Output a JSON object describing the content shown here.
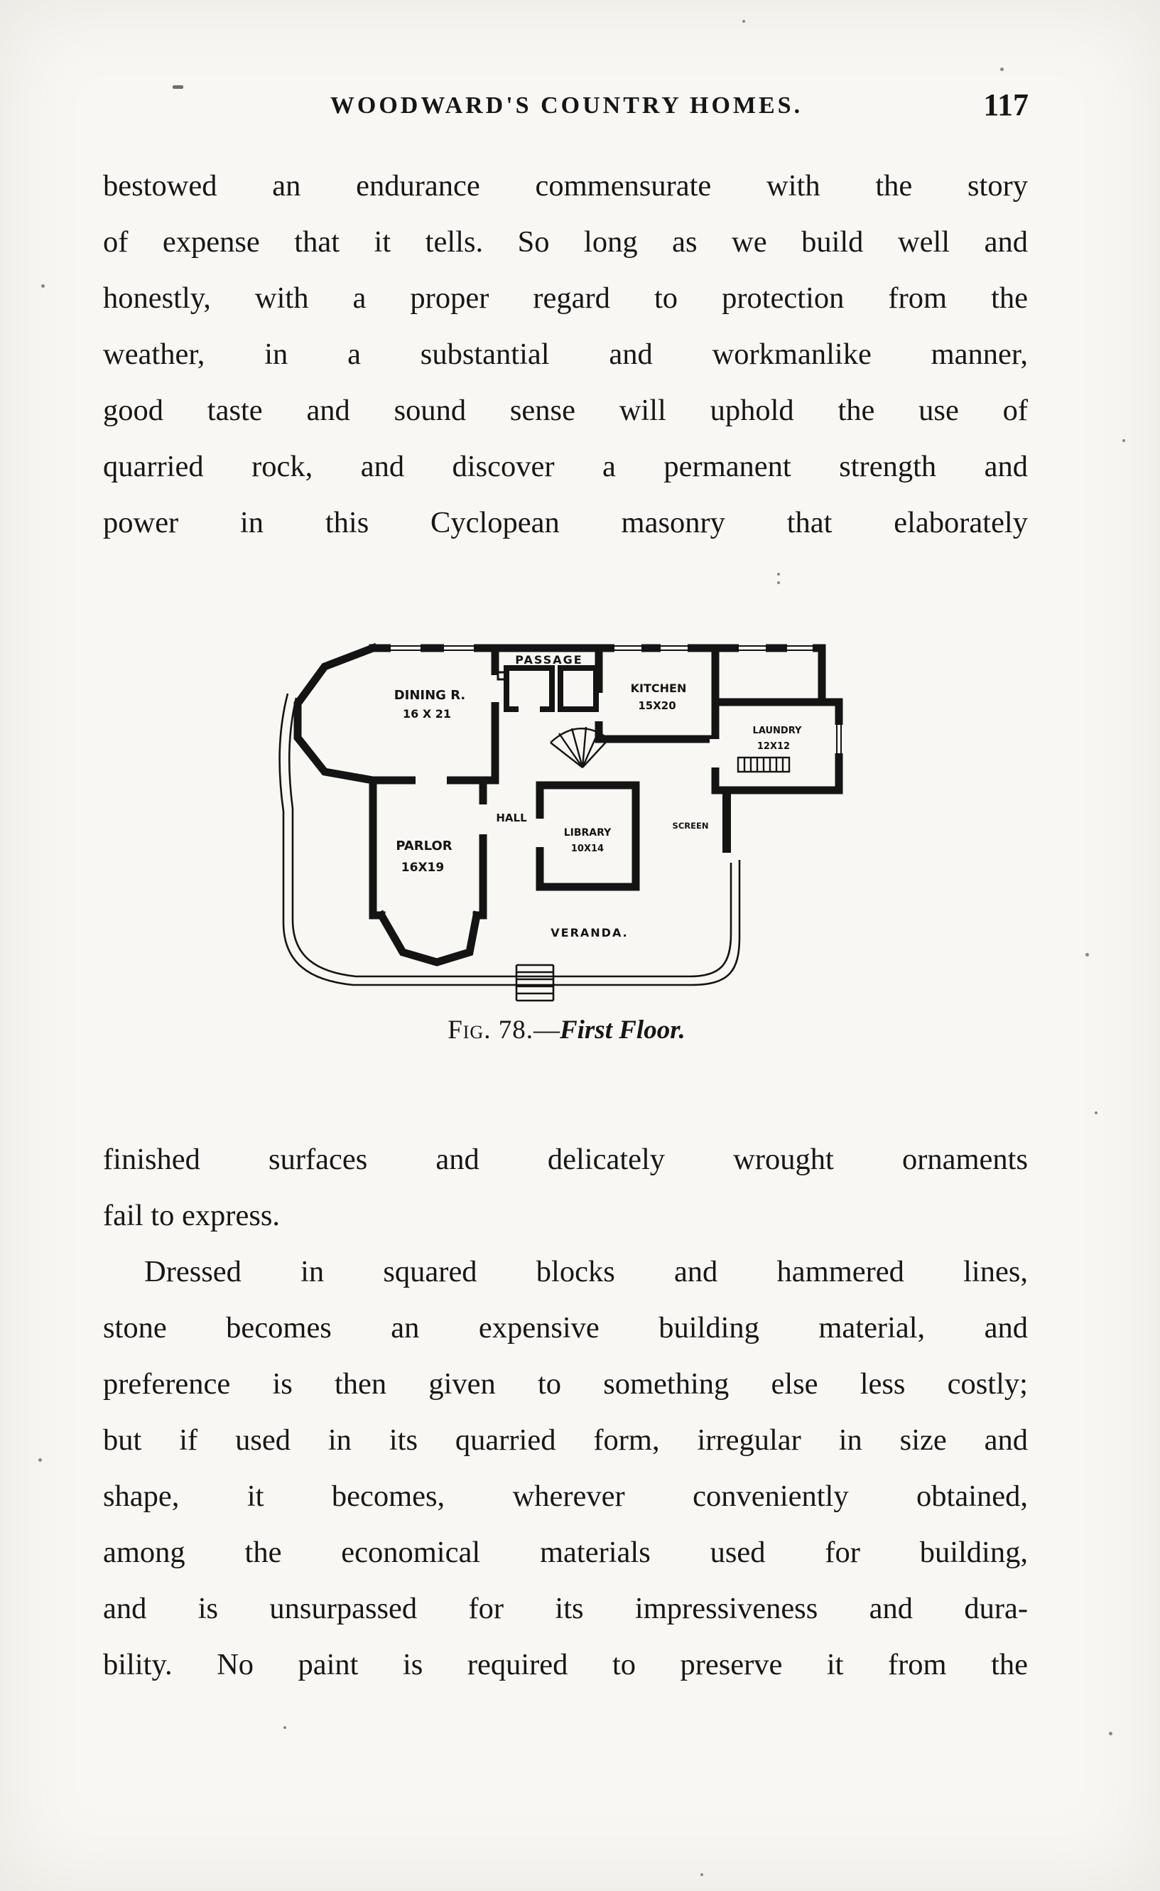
{
  "page": {
    "header": {
      "title": "WOODWARD'S COUNTRY HOMES.",
      "page_number": "117"
    }
  },
  "content": {
    "paragraph1": {
      "lines": [
        "bestowed an endurance commensurate with the story",
        "of expense that it tells.  So long as we build well and",
        "honestly, with a proper regard to protection from the",
        "weather, in a substantial and workmanlike manner,",
        "good taste and sound sense will uphold the use of",
        "quarried rock, and discover a permanent strength and",
        "power in this Cyclopean masonry that elaborately"
      ]
    },
    "paragraph2": {
      "lines": [
        "finished surfaces and delicately wrought ornaments",
        "fail to express."
      ]
    },
    "paragraph3": {
      "lines": [
        "Dressed in squared blocks and hammered lines,",
        "stone becomes an expensive building material, and",
        "preference is then given to something else less costly;",
        "but if used in its quarried form, irregular in size and",
        "shape, it becomes, wherever conveniently obtained,",
        "among the economical materials used for building,",
        "and is unsurpassed for its impressiveness and dura-",
        "bility.  No paint is required to preserve it from the"
      ]
    }
  },
  "figure": {
    "caption_label": "Fig. 78.",
    "caption_dash": "—",
    "caption_title": "First Floor.",
    "ink_color": "#141414",
    "rooms": {
      "passage": "PASSAGE",
      "dining": {
        "name": "DINING R.",
        "dims": "16 X 21"
      },
      "kitchen": {
        "name": "KITCHEN",
        "dims": "15X20"
      },
      "laundry": {
        "name": "LAUNDRY",
        "dims": "12X12"
      },
      "parlor": {
        "name": "PARLOR",
        "dims": "16X19"
      },
      "hall": "HALL",
      "library": {
        "name": "LIBRARY",
        "dims": "10X14"
      },
      "screen": "SCREEN",
      "veranda": "VERANDA."
    }
  }
}
